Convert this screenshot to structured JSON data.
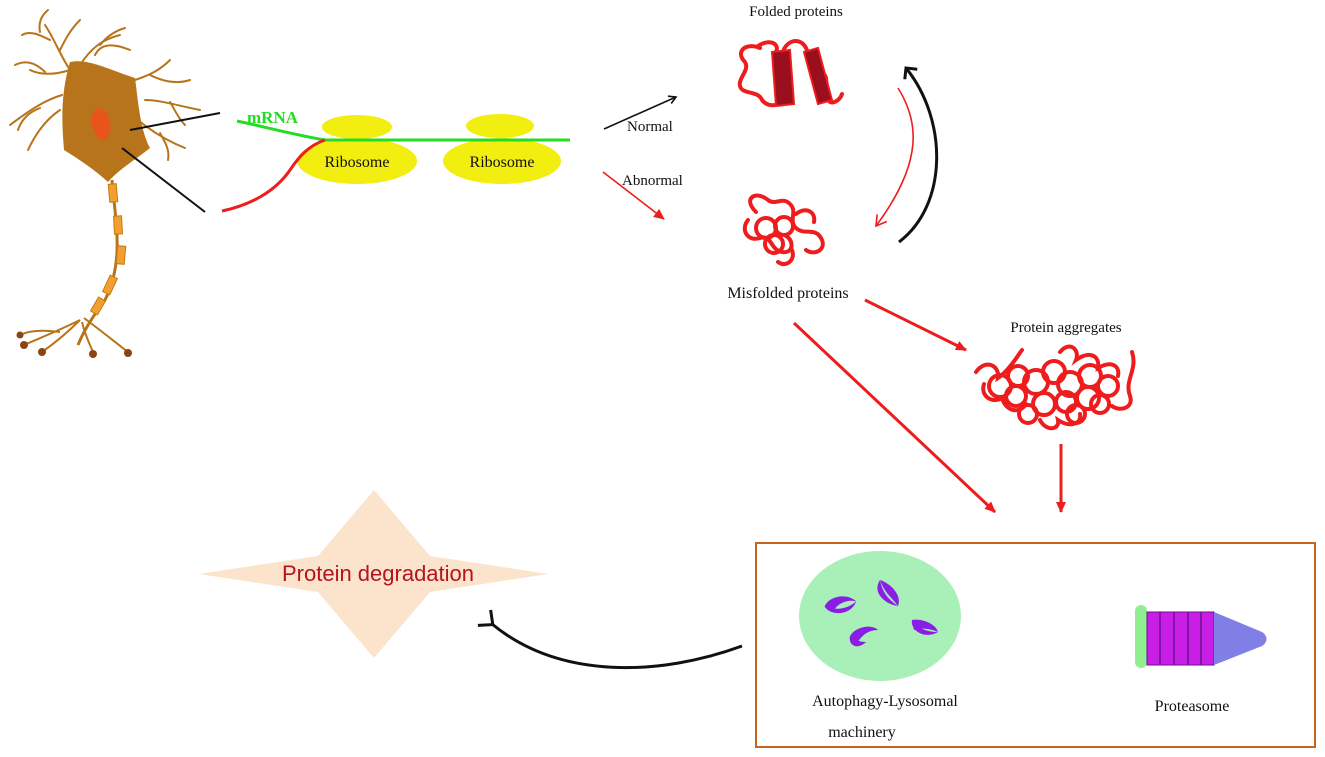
{
  "colors": {
    "neuron": "#b8741a",
    "neuron_nucleus": "#e8541c",
    "axon_segment": "#f0a030",
    "mrna": "#22dd22",
    "ribosome": "#f2ee10",
    "protein_red": "#ee1c1c",
    "beta_strand": "#9a0f1e",
    "arrow_black": "#111111",
    "degradation_fill": "#fbe3cc",
    "degradation_text": "#b4141e",
    "machinery_border": "#c8641e",
    "lysosome_fill": "#a8f0b8",
    "lysosome_cargo": "#8b1ee6",
    "proteasome_core": "#c81ee6",
    "proteasome_cap": "#7f7fe6",
    "proteasome_lid": "#90ee90"
  },
  "labels": {
    "mrna": "mRNA",
    "ribosome_1": "Ribosome",
    "ribosome_2": "Ribosome",
    "normal": "Normal",
    "abnormal": "Abnormal",
    "folded_proteins": "Folded proteins",
    "misfolded_proteins": "Misfolded proteins",
    "protein_aggregates": "Protein aggregates",
    "protein_degradation": "Protein degradation",
    "autophagy_line1": "Autophagy-Lysosomal",
    "autophagy_line2": "machinery",
    "proteasome": "Proteasome"
  },
  "icons": {
    "neuron": "neuron-cell-icon",
    "folded": "folded-protein-icon",
    "misfolded": "misfolded-protein-icon",
    "aggregates": "protein-aggregate-icon",
    "lysosome": "lysosome-icon",
    "proteasome": "proteasome-icon"
  }
}
